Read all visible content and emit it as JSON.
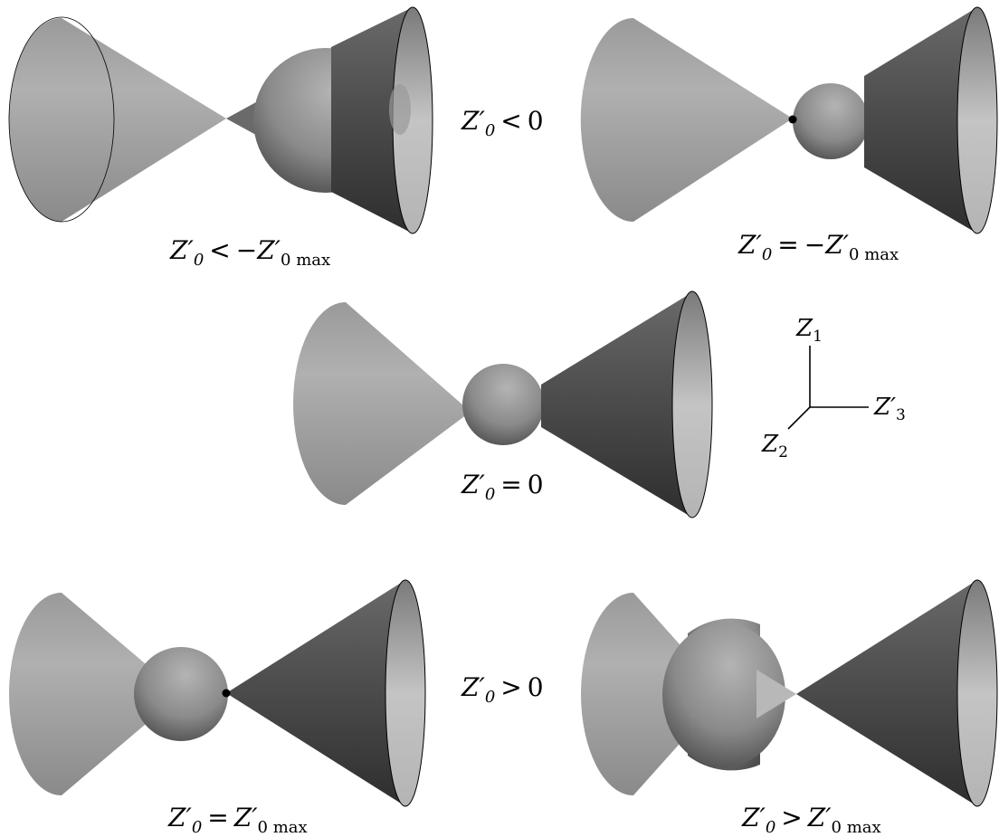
{
  "panels": [
    {
      "id": "p1",
      "label": "Z′0 < −Z′0 max",
      "display": {
        "lhs": "Z′",
        "lhs_sub": "0",
        "op": "<",
        "rhs": "−Z′",
        "rhs_sub": "0 max"
      }
    },
    {
      "id": "p2",
      "label": "Z′0 = −Z′0 max",
      "display": {
        "lhs": "Z′",
        "lhs_sub": "0",
        "op": "=",
        "rhs": "−Z′",
        "rhs_sub": "0 max"
      }
    },
    {
      "id": "p3",
      "label": "Z′0 = 0",
      "display": {
        "lhs": "Z′",
        "lhs_sub": "0",
        "op": "=",
        "rhs": "0",
        "rhs_sub": ""
      }
    },
    {
      "id": "p4",
      "label": "Z′0 = Z′0 max",
      "display": {
        "lhs": "Z′",
        "lhs_sub": "0",
        "op": "=",
        "rhs": "Z′",
        "rhs_sub": "0 max"
      }
    },
    {
      "id": "p5",
      "label": "Z′0 > Z′0 max",
      "display": {
        "lhs": "Z′",
        "lhs_sub": "0",
        "op": ">",
        "rhs": "Z′",
        "rhs_sub": "0 max"
      }
    }
  ],
  "row_labels": {
    "negative": {
      "lhs": "Z′",
      "lhs_sub": "0",
      "op": "<",
      "rhs": "0"
    },
    "positive": {
      "lhs": "Z′",
      "lhs_sub": "0",
      "op": ">",
      "rhs": "0"
    }
  },
  "axes": {
    "vertical": {
      "name": "Z",
      "sub": "1"
    },
    "horizontal": {
      "name": "Z′",
      "sub": "3"
    },
    "diagonal": {
      "name": "Z",
      "sub": "2"
    }
  },
  "colors": {
    "light_cone": "#a8a8a8",
    "dark_cone": "#4a4a4a",
    "sphere": "#8e8e8e",
    "outline": "#000000"
  }
}
